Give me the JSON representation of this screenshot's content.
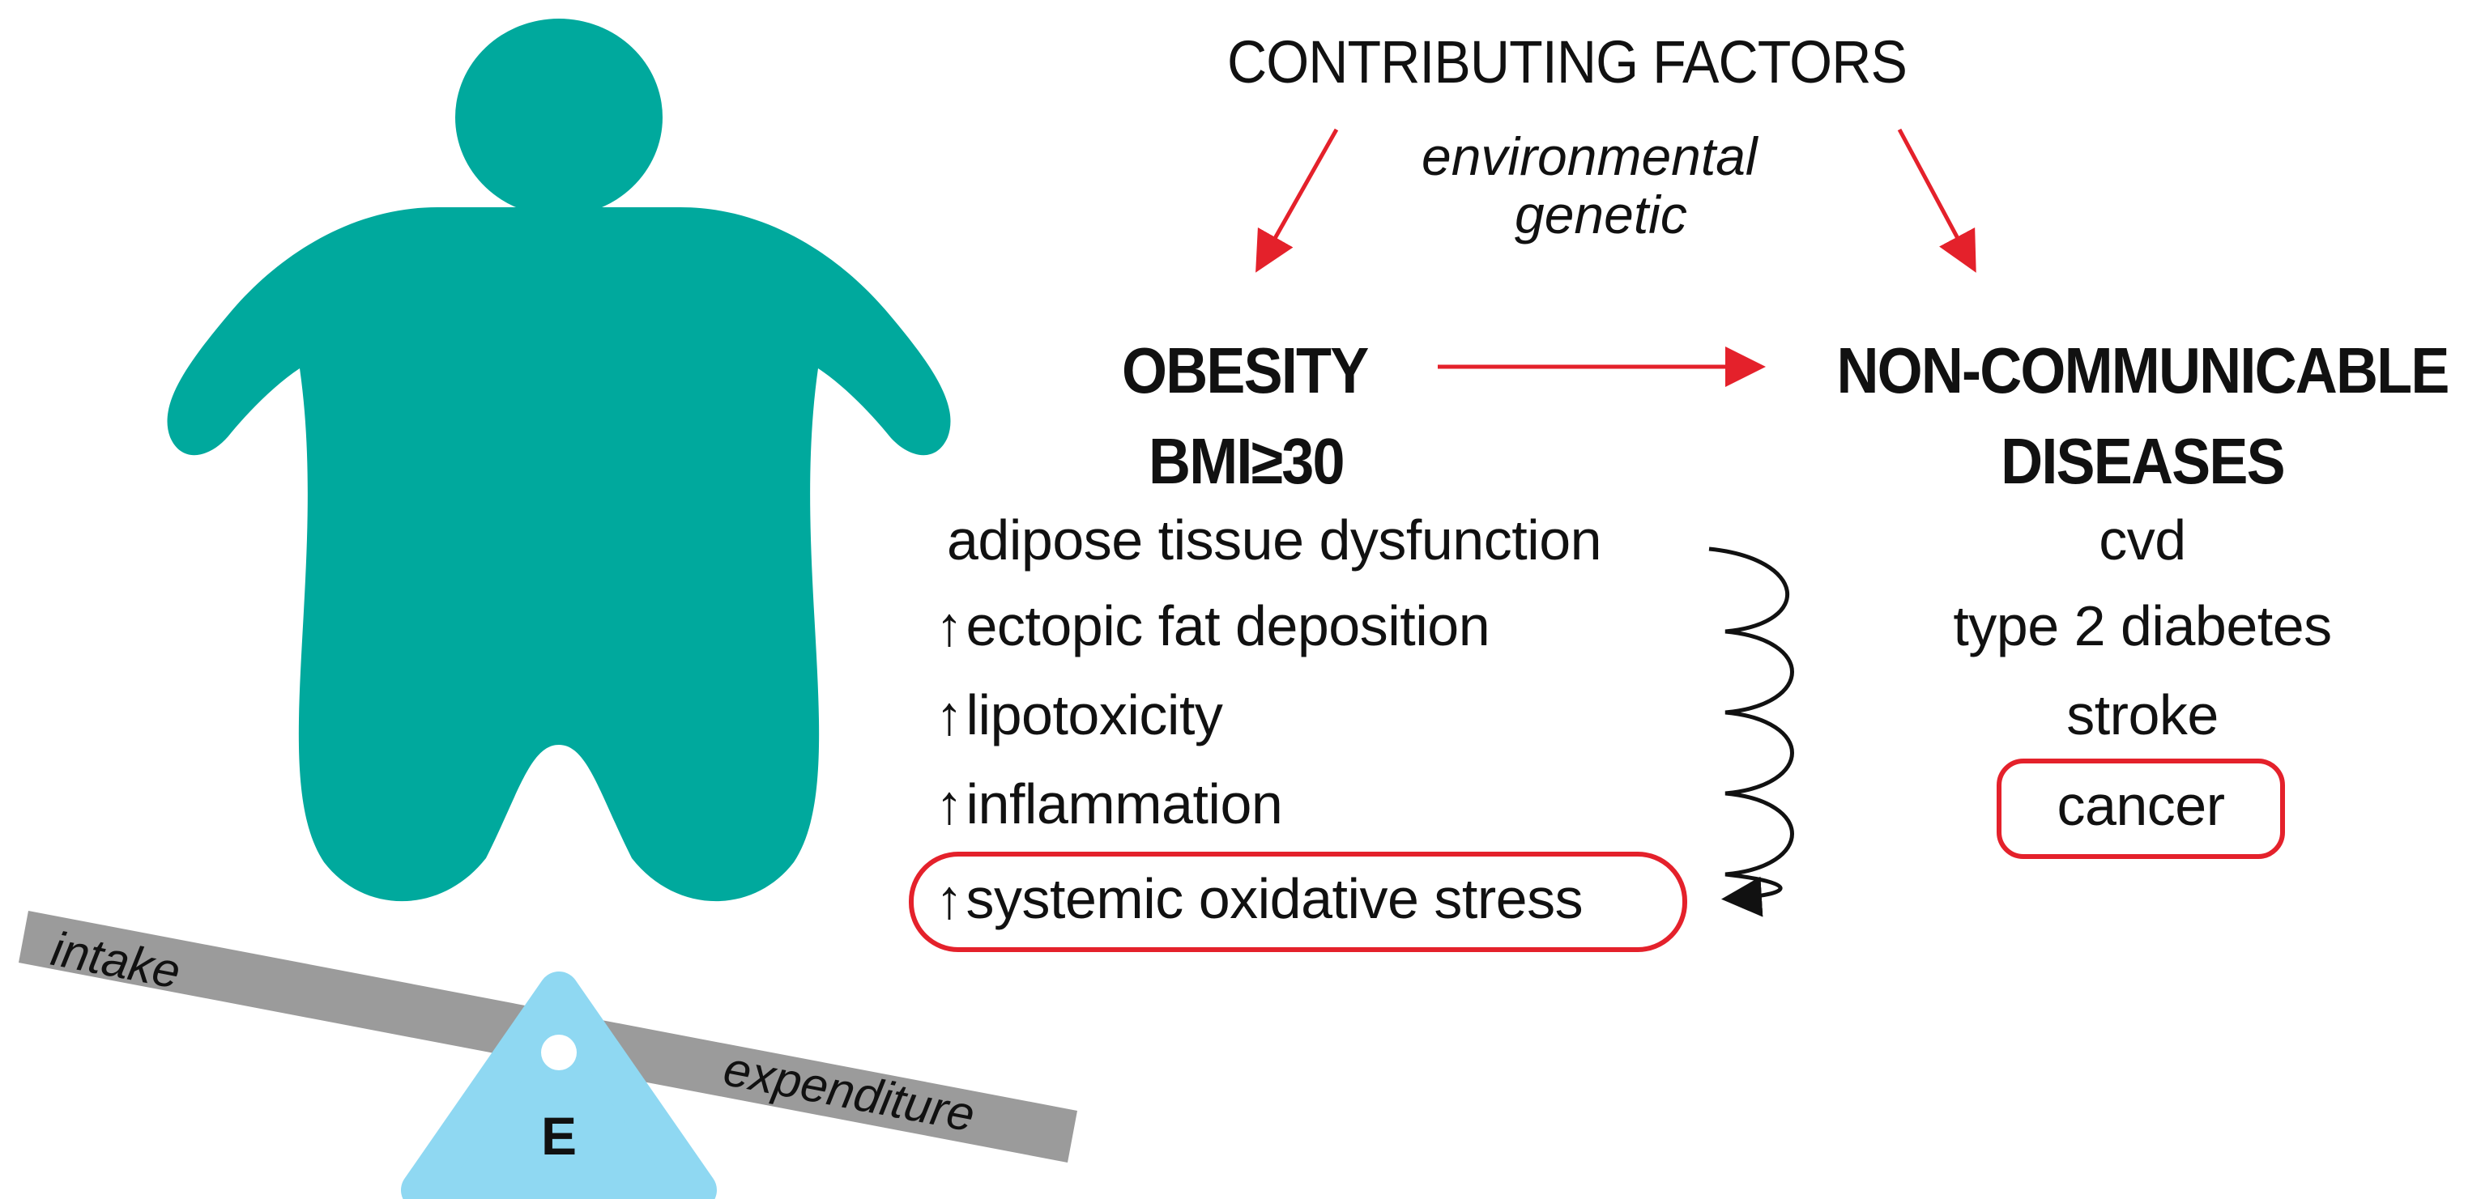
{
  "header": {
    "title": "CONTRIBUTING FACTORS",
    "factors": [
      "environmental",
      "genetic"
    ]
  },
  "obesity": {
    "title": "OBESITY",
    "criterion": "BMI≥30",
    "items": [
      {
        "arrow": "",
        "text": "adipose tissue dysfunction"
      },
      {
        "arrow": "↑",
        "text": "ectopic fat deposition"
      },
      {
        "arrow": "↑",
        "text": "lipotoxicity"
      },
      {
        "arrow": "↑",
        "text": "inflammation"
      },
      {
        "arrow": "↑",
        "text": "systemic oxidative stress"
      }
    ]
  },
  "ncd": {
    "title_line1": "NON-COMMUNICABLE",
    "title_line2": "DISEASES",
    "items": [
      "cvd",
      "type 2 diabetes",
      "stroke",
      "cancer"
    ]
  },
  "balance": {
    "left_label": "intake",
    "right_label": "expenditure",
    "fulcrum_label": "E"
  },
  "colors": {
    "figure": "#00A99D",
    "arrow": "#E4212B",
    "highlight": "#E4212B",
    "beam": "#9B9B9B",
    "fulcrum": "#8FD8F2",
    "text": "#111111"
  },
  "icons": {
    "person": "obese-person-silhouette-icon",
    "balance": "seesaw-balance-icon",
    "cycle": "feedback-loop-arrow-icon"
  }
}
